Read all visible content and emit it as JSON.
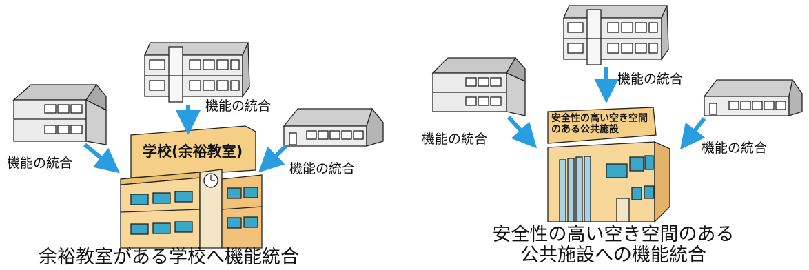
{
  "left_panel": {
    "labels": [
      "機能の統合",
      "機能の統合",
      "機能の統合"
    ],
    "sign": "学校(余裕教室)",
    "caption": "余裕教室がある学校へ機能統合"
  },
  "right_panel": {
    "labels": [
      "機能の統合",
      "機能の統合",
      "機能の統合"
    ],
    "sign_line1": "安全性の高い空き空間",
    "sign_line2": "のある公共施設",
    "caption_line1": "安全性の高い空き空間のある",
    "caption_line2": "公共施設への機能統合"
  },
  "colors": {
    "arrow": "#2a9de0",
    "school_wall": "#f7d79a",
    "sign": "#f6cf86",
    "window": "#3aa6c8"
  }
}
